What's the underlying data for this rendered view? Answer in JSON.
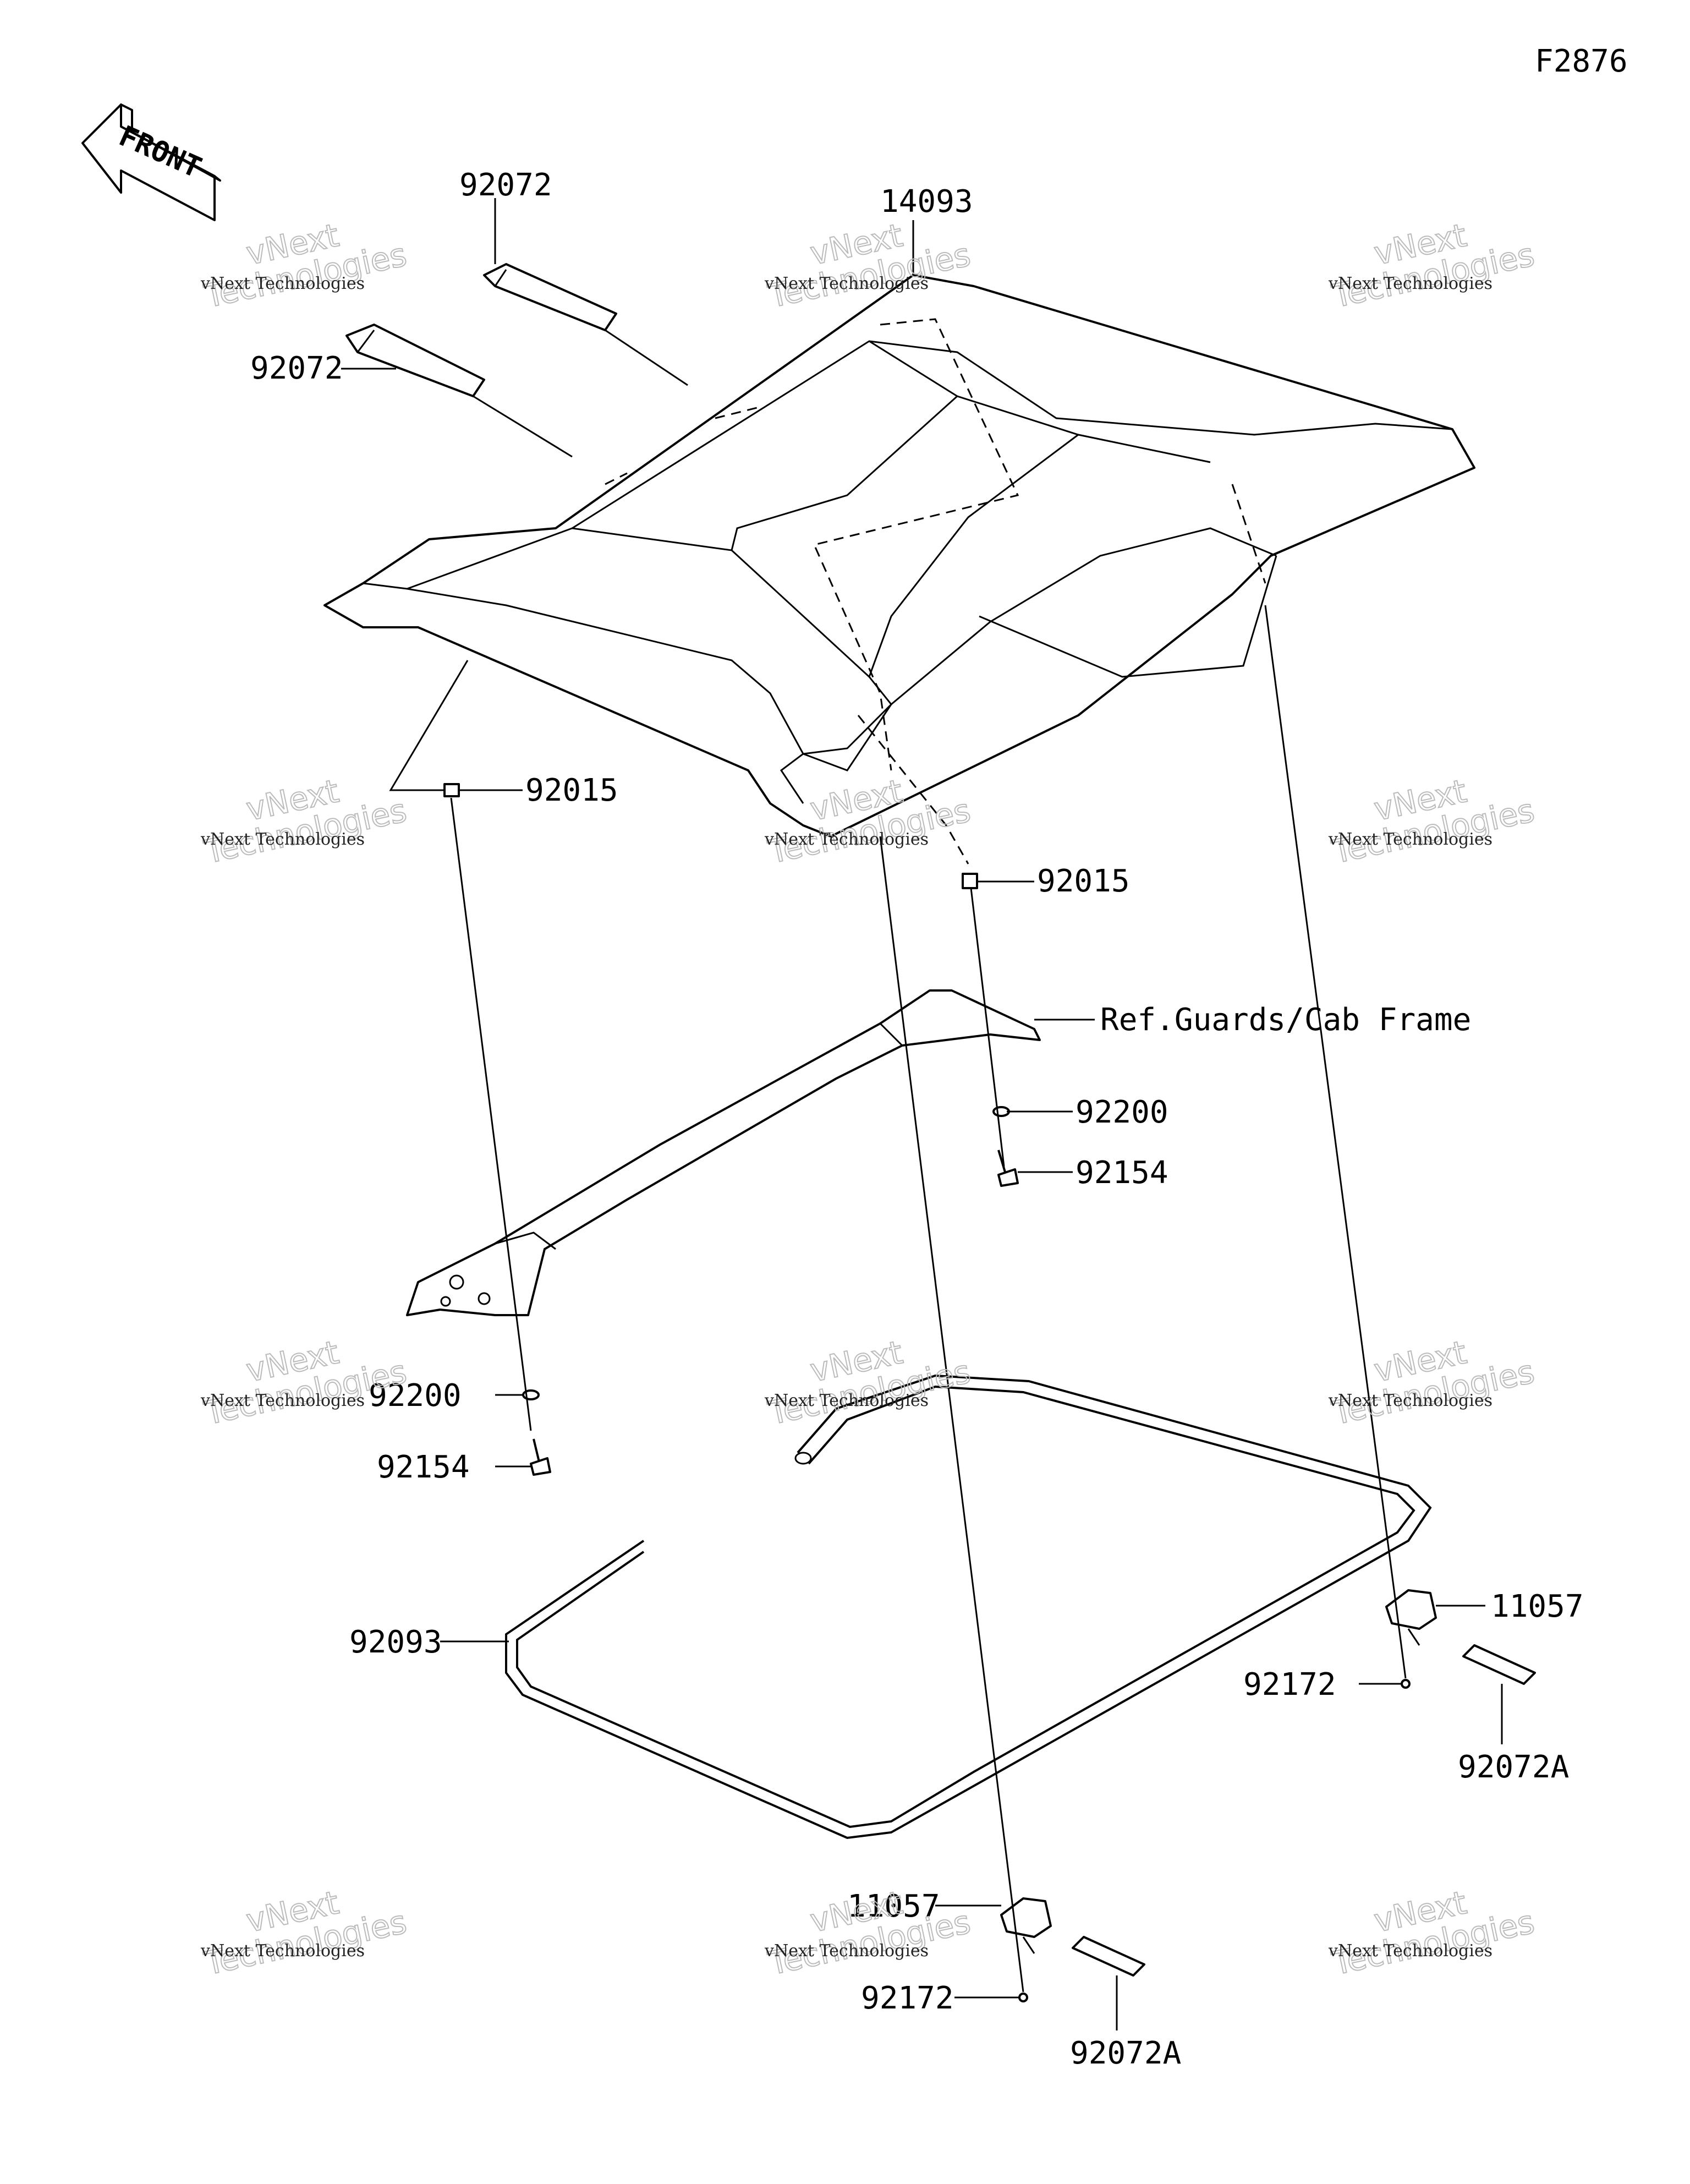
{
  "figure_code": "F2876",
  "front_label": "FRONT",
  "callouts": {
    "roof": "14093",
    "strap_top": "92072",
    "strap_left": "92072",
    "nut_left": "92015",
    "nut_right": "92015",
    "ref_frame": "Ref.Guards/Cab Frame",
    "washer_right": "92200",
    "bolt_right": "92154",
    "washer_left": "92200",
    "bolt_left": "92154",
    "seal": "92093",
    "clip_right": "11057",
    "screw_right": "92172",
    "strap_right": "92072A",
    "clip_bottom": "11057",
    "screw_bottom": "92172",
    "strap_bottom": "92072A"
  },
  "watermark": {
    "line1": "vNext Technologies",
    "line2": "vNext",
    "line3": "Technologies"
  }
}
